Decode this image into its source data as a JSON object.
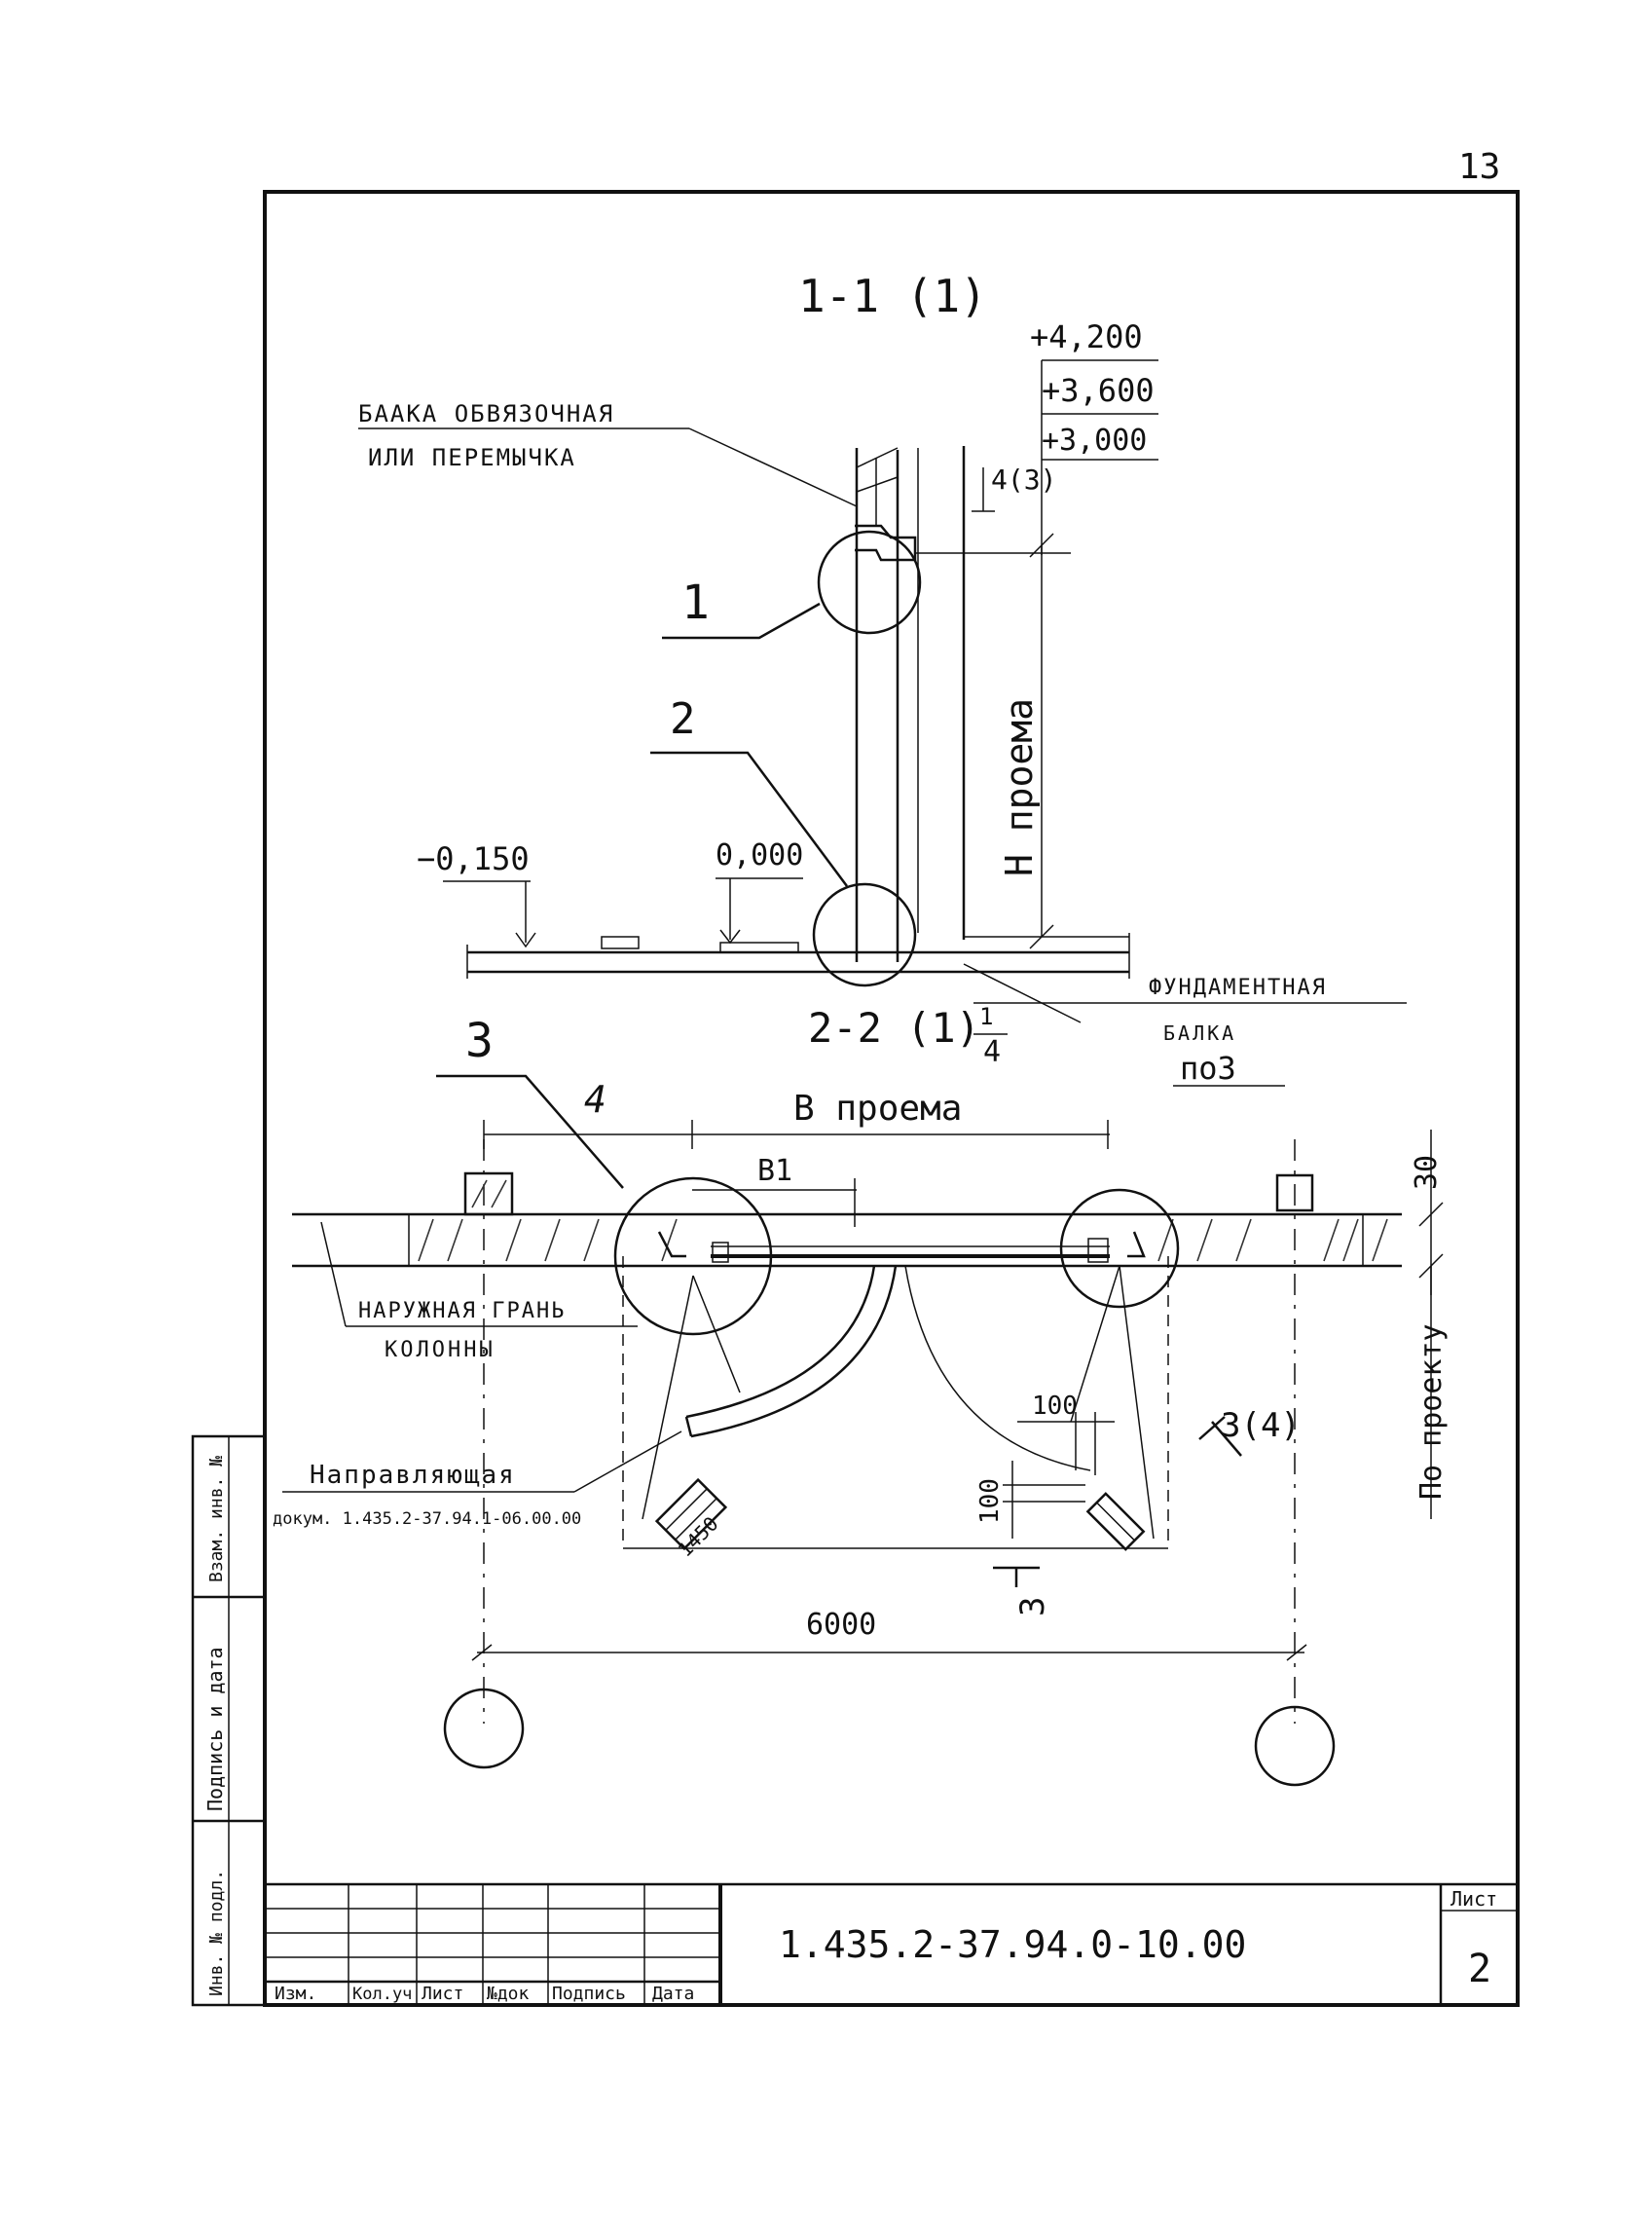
{
  "sheet_corner_number": "13",
  "section_1": {
    "title": "1-1 (1)",
    "elevations": [
      "+4,200",
      "+3,600",
      "+3,000"
    ],
    "top_dim": "4(3)",
    "beam_label_line1": "БААКА ОБВЯЗОЧНАЯ",
    "beam_label_line2": "ИЛИ ПЕРЕМЫЧКА",
    "node_1": "1",
    "node_2": "2",
    "h_label": "H проема",
    "elev_left": "−0,150",
    "elev_zero": "0,000",
    "foundation_line1": "ФУНДАМЕНТНАЯ",
    "foundation_line2": "БАЛКА",
    "foundation_line3": "по3"
  },
  "section_2": {
    "title": "2-2 (1)",
    "ref_top": "1",
    "ref_bottom": "4",
    "node_3": "3",
    "node_4": "4",
    "b_label": "B проема",
    "b1_label": "B1",
    "dim_30": "30",
    "outer_face_line1": "НАРУЖНАЯ ГРАНЬ",
    "outer_face_line2": "КОЛОННЫ",
    "guide_line1": "Направляющая",
    "guide_line2": "докум. 1.435.2-37.94.1-06.00.00",
    "dim_100a": "100",
    "dim_100b": "100",
    "dim_1450": "1450",
    "section_marker_3_4": "3(4)",
    "section_marker_3": "3",
    "by_project": "По проекту",
    "span": "6000"
  },
  "side_stamp": {
    "col1": "Взам. инв. №",
    "col2": "Подпись и дата",
    "col3": "Инв. № подл."
  },
  "title_block": {
    "headers": [
      "Изм.",
      "Кол.уч",
      "Лист",
      "№док",
      "Подпись",
      "Дата"
    ],
    "document_code": "1.435.2-37.94.0-10.00",
    "sheet_label": "Лист",
    "sheet_number": "2"
  }
}
